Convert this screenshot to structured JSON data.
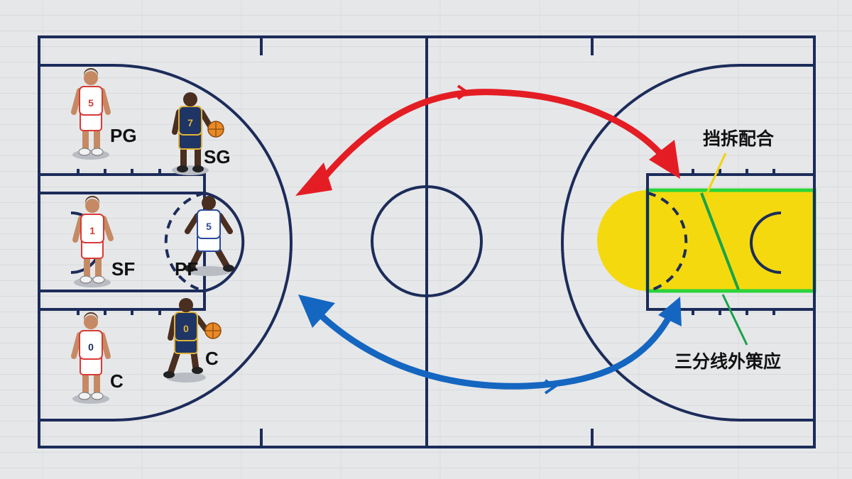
{
  "positions": {
    "pg": "PG",
    "sg": "SG",
    "sf": "SF",
    "pf": "PF",
    "c_bottom_left": "C",
    "c_bottom_right": "C"
  },
  "jerseys": {
    "pg": "5",
    "sg": "7",
    "sf": "1",
    "pf": "5",
    "c_left": "0",
    "c_right": "0"
  },
  "annotations": {
    "pick_and_roll": "挡拆配合",
    "three_point_strategy": "三分线外策应"
  },
  "colors": {
    "court_line": "#1c2c5a",
    "floor": "#e6e7e9",
    "paint_fill": "#f5d90f",
    "highlight_border": "#2bd43a",
    "arrow_red": "#e41d24",
    "arrow_blue": "#1466c0",
    "pointer_yellow": "#f2d40a",
    "pointer_green": "#17a34a",
    "team_white": "#ffffff",
    "team_white_trim": "#d93a36",
    "team_navy": "#1f3566",
    "team_navy_trim": "#e0b33a",
    "ball": "#e98a26"
  },
  "icons": [
    "basketball-icon",
    "player-figure-icon"
  ]
}
